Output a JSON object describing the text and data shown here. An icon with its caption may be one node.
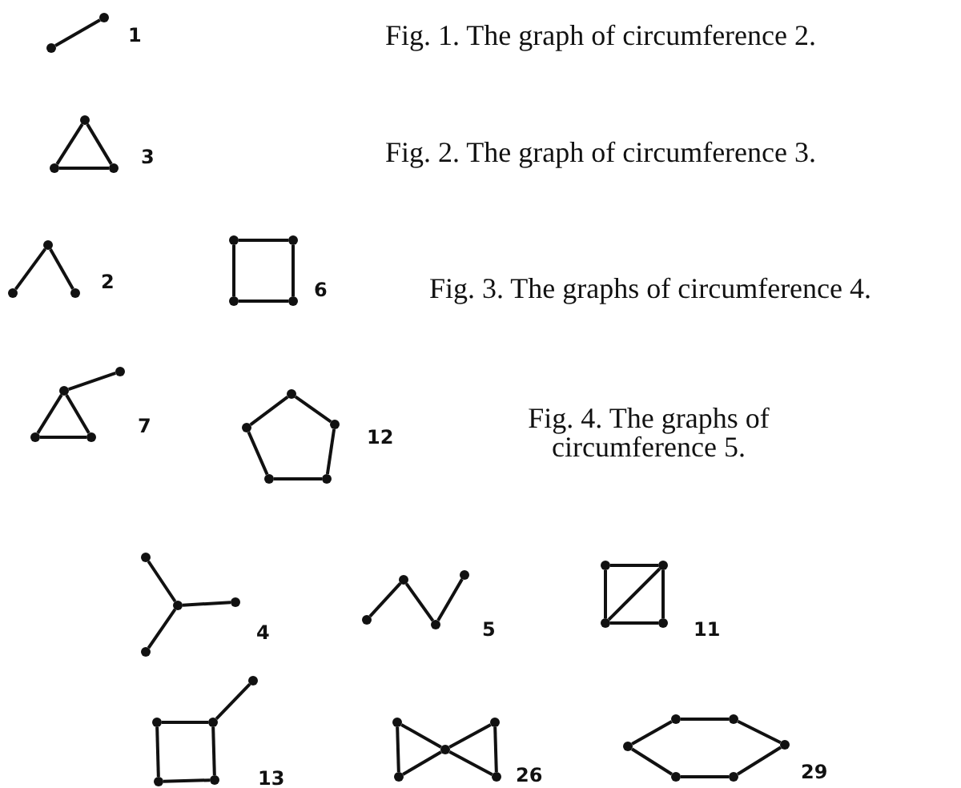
{
  "diagram": {
    "nodes": [
      {
        "text": [],
        "shape": "circle"
      },
      {
        "text": [],
        "shape": "circle"
      },
      {
        "text": [],
        "shape": "circle"
      },
      {
        "text": [],
        "shape": "circle"
      },
      {
        "text": [],
        "shape": "circle"
      },
      {
        "text": [],
        "shape": "circle"
      },
      {
        "text": [],
        "shape": "circle"
      },
      {
        "text": [],
        "shape": "circle"
      },
      {
        "text": [],
        "shape": "circle"
      },
      {
        "text": [],
        "shape": "circle"
      },
      {
        "text": [],
        "shape": "circle"
      },
      {
        "text": [],
        "shape": "circle"
      },
      {
        "text": [],
        "shape": "circle"
      },
      {
        "text": [],
        "shape": "circle"
      },
      {
        "text": [],
        "shape": "circle"
      },
      {
        "text": [],
        "shape": "circle"
      },
      {
        "text": [],
        "shape": "circle"
      },
      {
        "text": [],
        "shape": "circle"
      },
      {
        "text": [],
        "shape": "circle"
      },
      {
        "text": [],
        "shape": "circle"
      },
      {
        "text": [],
        "shape": "circle"
      },
      {
        "text": [],
        "shape": "circle"
      },
      {
        "text": [],
        "shape": "circle"
      },
      {
        "text": [],
        "shape": "circle"
      },
      {
        "text": [],
        "shape": "circle"
      },
      {
        "text": [],
        "shape": "circle"
      },
      {
        "text": [],
        "shape": "circle"
      },
      {
        "text": [],
        "shape": "circle"
      },
      {
        "text": [],
        "shape": "circle"
      },
      {
        "text": [],
        "shape": "circle"
      },
      {
        "text": [],
        "shape": "circle"
      },
      {
        "text": [],
        "shape": "circle"
      },
      {
        "text": [],
        "shape": "circle"
      },
      {
        "text": [],
        "shape": "circle"
      },
      {
        "text": [],
        "shape": "circle"
      },
      {
        "text": [],
        "shape": "circle"
      },
      {
        "text": [],
        "shape": "circle"
      },
      {
        "text": [],
        "shape": "circle"
      },
      {
        "text": [],
        "shape": "circle"
      },
      {
        "text": [],
        "shape": "circle"
      },
      {
        "text": [],
        "shape": "circle"
      },
      {
        "text": [],
        "shape": "circle"
      },
      {
        "text": [],
        "shape": "circle"
      },
      {
        "text": [],
        "shape": "circle"
      },
      {
        "text": [],
        "shape": "circle"
      },
      {
        "text": [],
        "shape": "circle"
      },
      {
        "text": [],
        "shape": "circle"
      },
      {
        "text": [],
        "shape": "circle"
      },
      {
        "text": [],
        "shape": "circle"
      }
    ],
    "edges": [
      {
        "from": 0,
        "to": 1,
        "arrow": "none"
      },
      {
        "from": 2,
        "to": 3,
        "arrow": "none"
      },
      {
        "from": 3,
        "to": 4,
        "arrow": "none"
      },
      {
        "from": 4,
        "to": 2,
        "arrow": "none"
      },
      {
        "from": 6,
        "to": 5,
        "arrow": "none"
      },
      {
        "from": 6,
        "to": 7,
        "arrow": "none"
      },
      {
        "from": 8,
        "to": 9,
        "arrow": "none"
      },
      {
        "from": 9,
        "to": 11,
        "arrow": "none"
      },
      {
        "from": 11,
        "to": 10,
        "arrow": "none"
      },
      {
        "from": 10,
        "to": 8,
        "arrow": "none"
      },
      {
        "from": 12,
        "to": 13,
        "arrow": "none"
      },
      {
        "from": 12,
        "to": 14,
        "arrow": "none"
      },
      {
        "from": 14,
        "to": 15,
        "arrow": "none"
      },
      {
        "from": 15,
        "to": 12,
        "arrow": "none"
      },
      {
        "from": 16,
        "to": 18,
        "arrow": "none"
      },
      {
        "from": 18,
        "to": 20,
        "arrow": "none"
      },
      {
        "from": 20,
        "to": 19,
        "arrow": "none"
      },
      {
        "from": 19,
        "to": 17,
        "arrow": "none"
      },
      {
        "from": 17,
        "to": 16,
        "arrow": "none"
      },
      {
        "from": 22,
        "to": 21,
        "arrow": "none"
      },
      {
        "from": 22,
        "to": 23,
        "arrow": "none"
      },
      {
        "from": 22,
        "to": 24,
        "arrow": "none"
      },
      {
        "from": 25,
        "to": 26,
        "arrow": "none"
      },
      {
        "from": 26,
        "to": 27,
        "arrow": "none"
      },
      {
        "from": 27,
        "to": 28,
        "arrow": "none"
      },
      {
        "from": 29,
        "to": 30,
        "arrow": "none"
      },
      {
        "from": 30,
        "to": 32,
        "arrow": "none"
      },
      {
        "from": 32,
        "to": 31,
        "arrow": "none"
      },
      {
        "from": 31,
        "to": 29,
        "arrow": "none"
      },
      {
        "from": 31,
        "to": 30,
        "arrow": "none"
      },
      {
        "from": 35,
        "to": 33,
        "arrow": "none"
      },
      {
        "from": 34,
        "to": 35,
        "arrow": "none"
      },
      {
        "from": 35,
        "to": 37,
        "arrow": "none"
      },
      {
        "from": 37,
        "to": 36,
        "arrow": "none"
      },
      {
        "from": 36,
        "to": 34,
        "arrow": "none"
      },
      {
        "from": 38,
        "to": 40,
        "arrow": "none"
      },
      {
        "from": 40,
        "to": 39,
        "arrow": "none"
      },
      {
        "from": 39,
        "to": 42,
        "arrow": "none"
      },
      {
        "from": 42,
        "to": 40,
        "arrow": "none"
      },
      {
        "from": 40,
        "to": 41,
        "arrow": "none"
      },
      {
        "from": 41,
        "to": 38,
        "arrow": "none"
      },
      {
        "from": 43,
        "to": 44,
        "arrow": "none"
      },
      {
        "from": 44,
        "to": 46,
        "arrow": "none"
      },
      {
        "from": 46,
        "to": 48,
        "arrow": "none"
      },
      {
        "from": 48,
        "to": 47,
        "arrow": "none"
      },
      {
        "from": 47,
        "to": 45,
        "arrow": "none"
      },
      {
        "from": 45,
        "to": 43,
        "arrow": "none"
      }
    ],
    "labels": [
      "1",
      "Fig. 1. The graph of circumference 2.",
      "3",
      "Fig. 2. The graph of circumference 3.",
      "2",
      "6",
      "Fig. 3. The graphs of circumference 4.",
      "7",
      "12",
      "Fig. 4. The graphs of circumference 5.",
      "4",
      "5",
      "11",
      "13",
      "26",
      "29"
    ]
  }
}
